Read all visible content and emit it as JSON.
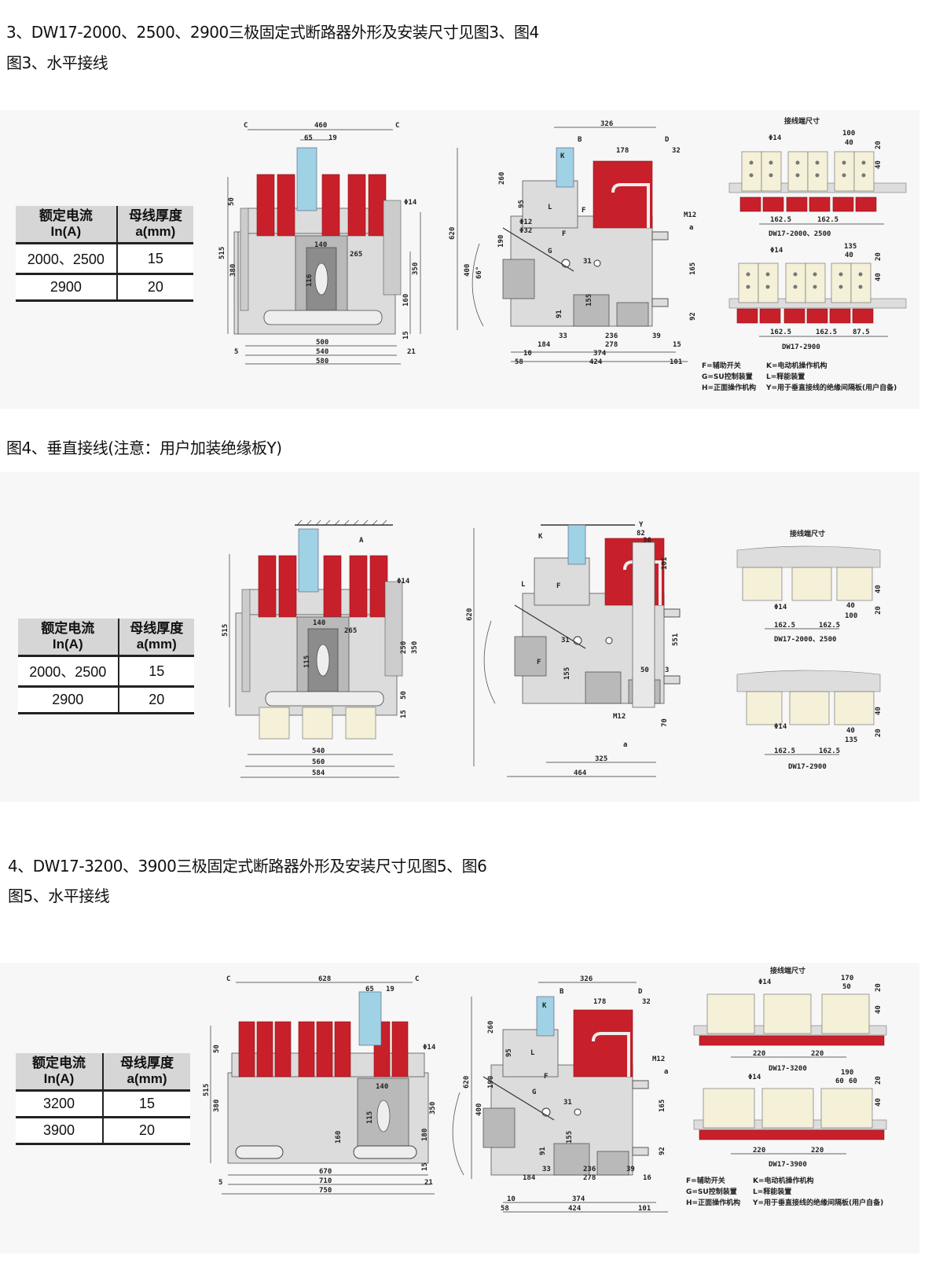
{
  "section1": {
    "heading": "3、DW17-2000、2500、2900三极固定式断路器外形及安装尺寸见图3、图4",
    "fig3_title": "图3、水平接线",
    "fig4_title": "图4、垂直接线(注意：用户加装绝缘板Y)"
  },
  "section2": {
    "heading": "4、DW17-3200、3900三极固定式断路器外形及安装尺寸见图5、图6",
    "fig5_title": "图5、水平接线"
  },
  "table_header": {
    "current": "额定电流",
    "current_unit": "In(A)",
    "thickness": "母线厚度",
    "thickness_unit": "a(mm)"
  },
  "table1": {
    "rows": [
      {
        "current": "2000、2500",
        "thickness": "15"
      },
      {
        "current": "2900",
        "thickness": "20"
      }
    ]
  },
  "table2": {
    "rows": [
      {
        "current": "2000、2500",
        "thickness": "15"
      },
      {
        "current": "2900",
        "thickness": "20"
      }
    ]
  },
  "table3": {
    "rows": [
      {
        "current": "3200",
        "thickness": "15"
      },
      {
        "current": "3900",
        "thickness": "20"
      }
    ]
  },
  "fig3": {
    "front": [
      "C",
      "460",
      "C",
      "65",
      "19",
      "Φ14",
      "140",
      "265",
      "50",
      "515",
      "380",
      "116",
      "350",
      "160",
      "15",
      "500",
      "540",
      "580",
      "5",
      "21"
    ],
    "side": [
      "326",
      "B",
      "178",
      "D",
      "32",
      "K",
      "260",
      "95",
      "Φ12",
      "Φ32",
      "190",
      "620",
      "400",
      "66°",
      "M12",
      "a",
      "31",
      "165",
      "155",
      "91",
      "33",
      "236",
      "278",
      "39",
      "15",
      "184",
      "374",
      "424",
      "10",
      "58",
      "92",
      "101",
      "F",
      "G",
      "L",
      "F"
    ],
    "terminals": {
      "title": "接线端尺寸",
      "a": [
        "Φ14",
        "100",
        "40",
        "20",
        "40",
        "162.5",
        "162.5"
      ],
      "a_model": "DW17-2000、2500",
      "b": [
        "Φ14",
        "135",
        "40",
        "20",
        "40",
        "162.5",
        "162.5",
        "87.5"
      ],
      "b_model": "DW17-2900"
    }
  },
  "fig4": {
    "front": [
      "A",
      "Φ14",
      "140",
      "265",
      "515",
      "115",
      "250",
      "350",
      "50",
      "15",
      "540",
      "560",
      "584"
    ],
    "side": [
      "Y",
      "82",
      "36",
      "K",
      "101",
      "620",
      "551",
      "31",
      "155",
      "50",
      "3",
      "M12",
      "a",
      "70",
      "325",
      "464",
      "L",
      "F",
      "F"
    ],
    "terminals": {
      "title": "接线端尺寸",
      "a": [
        "Φ14",
        "40",
        "100",
        "40",
        "20",
        "162.5",
        "162.5"
      ],
      "a_model": "DW17-2000、2500",
      "b": [
        "Φ14",
        "40",
        "135",
        "40",
        "20",
        "162.5",
        "162.5"
      ],
      "b_model": "DW17-2900"
    }
  },
  "fig5": {
    "front": [
      "C",
      "628",
      "C",
      "65",
      "19",
      "Φ14",
      "140",
      "50",
      "515",
      "380",
      "115",
      "350",
      "160",
      "180",
      "15",
      "670",
      "710",
      "750",
      "5",
      "21"
    ],
    "side": [
      "326",
      "B",
      "178",
      "D",
      "32",
      "K",
      "260",
      "95",
      "620",
      "400",
      "190",
      "M12",
      "a",
      "31",
      "165",
      "155",
      "91",
      "33",
      "236",
      "278",
      "39",
      "16",
      "184",
      "374",
      "424",
      "10",
      "58",
      "92",
      "101",
      "F",
      "G",
      "L"
    ],
    "terminals": {
      "title": "接线端尺寸",
      "a": [
        "Φ14",
        "170",
        "50",
        "20",
        "40",
        "220",
        "220"
      ],
      "a_model": "DW17-3200",
      "b": [
        "Φ14",
        "190",
        "60",
        "60",
        "20",
        "40",
        "220",
        "220"
      ],
      "b_model": "DW17-3900"
    }
  },
  "legend1": [
    "F=辅助开关",
    "K=电动机操作机构",
    "G=SU控制装置",
    "L=释能装置",
    "H=正面操作机构",
    "Y=用于垂直接线的绝缘间隔板(用户自备)"
  ],
  "legend2": [
    "F=辅助开关",
    "K=电动机操作机构",
    "G=SU控制装置",
    "L=释能装置",
    "H=正面操作机构",
    "Y=用于垂直接线的绝缘间隔板(用户自备)"
  ],
  "colors": {
    "pole_red": "#c8202a",
    "handle_blue": "#9fd2e4",
    "terminal_cream": "#f5f0d8",
    "body_gray": "#dcdcdc"
  }
}
